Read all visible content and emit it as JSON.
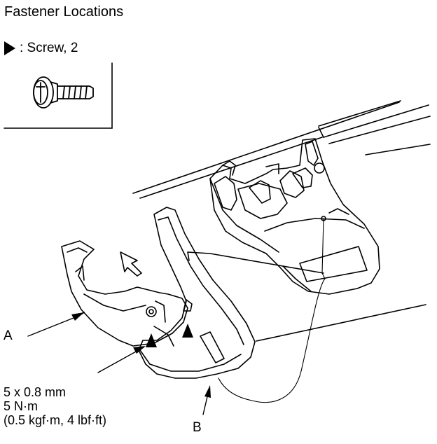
{
  "title": "Fastener Locations",
  "legend": {
    "marker_icon": "triangle-arrow-icon",
    "text": ": Screw, 2"
  },
  "callouts": {
    "a": "A",
    "b": "B"
  },
  "spec": {
    "size": "5 x 0.8 mm",
    "torque_nm": "5 N·m",
    "torque_alt": "(0.5 kgf·m, 4 lbf·ft)"
  },
  "colors": {
    "line": "#000000",
    "background": "#ffffff"
  }
}
